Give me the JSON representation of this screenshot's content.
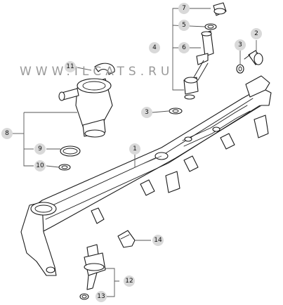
{
  "watermark": "WWW.ILCATS.RU",
  "callouts": [
    {
      "id": "c1",
      "label": "1"
    },
    {
      "id": "c2",
      "label": "2"
    },
    {
      "id": "c3a",
      "label": "3"
    },
    {
      "id": "c3b",
      "label": "3"
    },
    {
      "id": "c4",
      "label": "4"
    },
    {
      "id": "c5",
      "label": "5"
    },
    {
      "id": "c6",
      "label": "6"
    },
    {
      "id": "c7",
      "label": "7"
    },
    {
      "id": "c8",
      "label": "8"
    },
    {
      "id": "c9",
      "label": "9"
    },
    {
      "id": "c10",
      "label": "10"
    },
    {
      "id": "c11",
      "label": "11"
    },
    {
      "id": "c12",
      "label": "12"
    },
    {
      "id": "c13",
      "label": "13"
    },
    {
      "id": "c14",
      "label": "14"
    }
  ]
}
